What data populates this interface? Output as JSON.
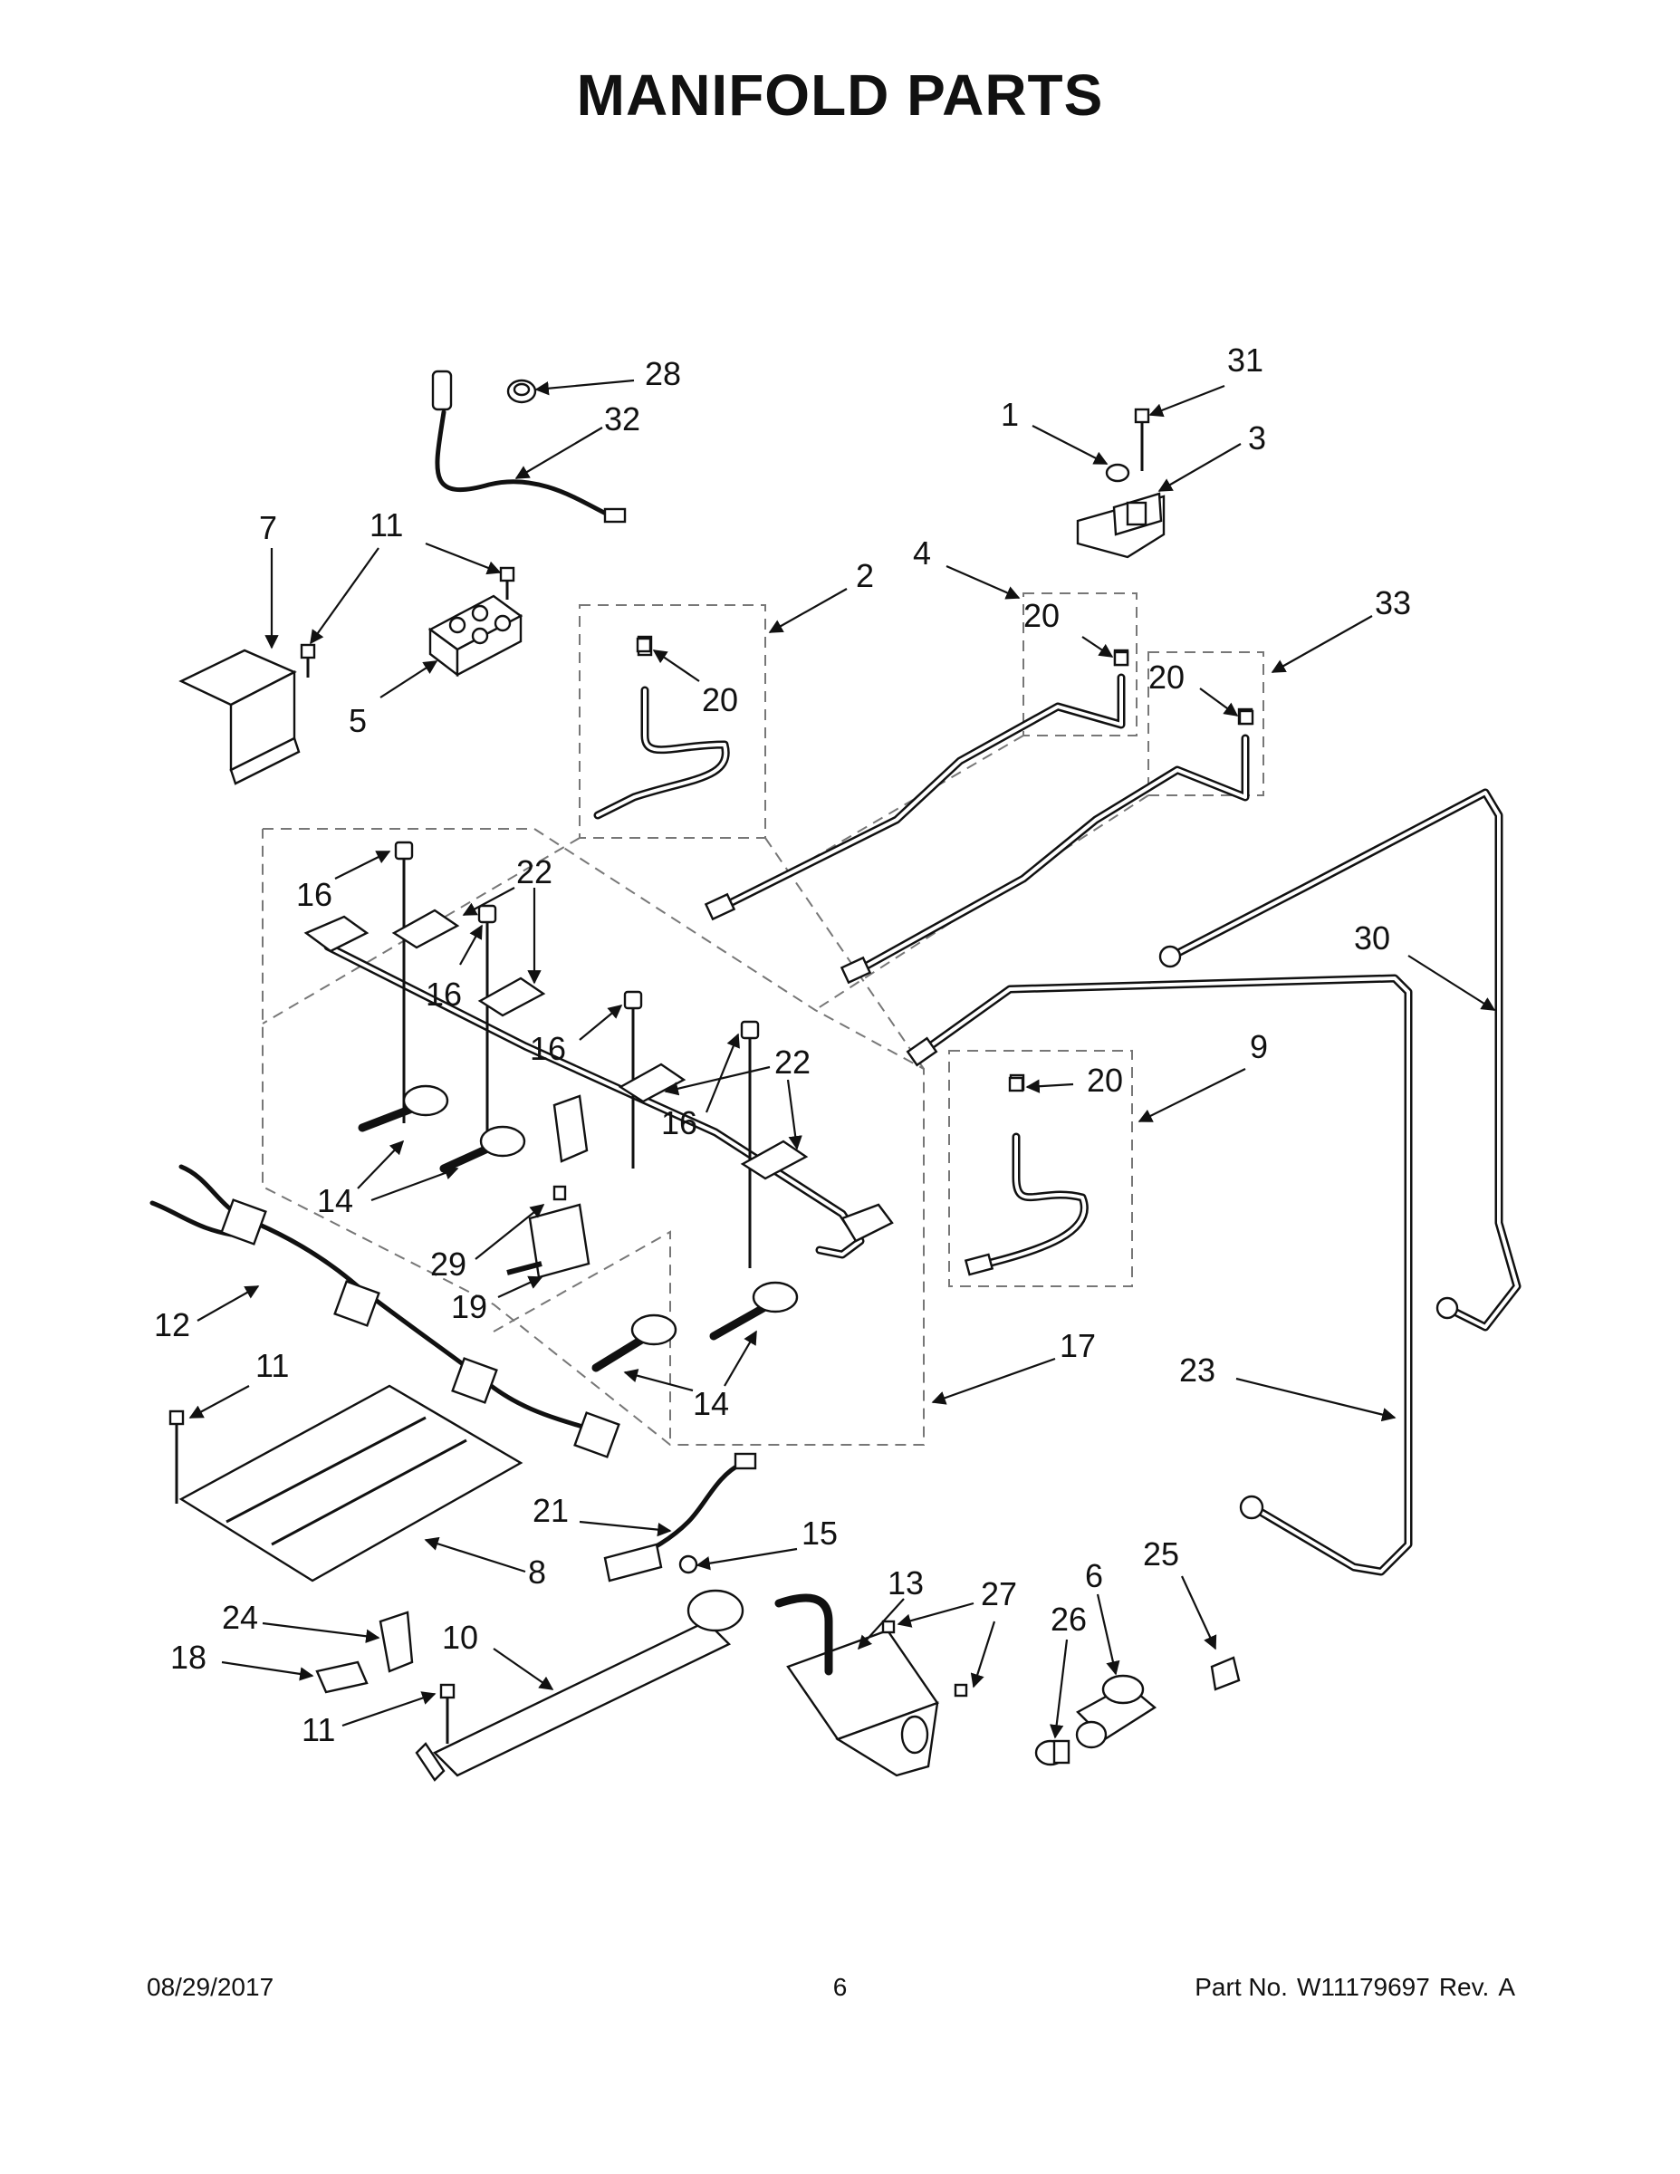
{
  "title": "MANIFOLD PARTS",
  "footer": {
    "date": "08/29/2017",
    "page": "6",
    "part_label": "Part No.",
    "part_number": "W11179697",
    "rev_label": "Rev.",
    "rev": "A"
  },
  "callouts": {
    "c1": "1",
    "c2": "2",
    "c3": "3",
    "c4": "4",
    "c5": "5",
    "c6": "6",
    "c7": "7",
    "c8": "8",
    "c9": "9",
    "c10": "10",
    "c11": "11",
    "c12": "12",
    "c13": "13",
    "c14": "14",
    "c15": "15",
    "c16": "16",
    "c17": "17",
    "c18": "18",
    "c19": "19",
    "c20": "20",
    "c21": "21",
    "c22": "22",
    "c23": "23",
    "c24": "24",
    "c25": "25",
    "c26": "26",
    "c27": "27",
    "c28": "28",
    "c29": "29",
    "c30": "30",
    "c31": "31",
    "c32": "32",
    "c33": "33"
  }
}
